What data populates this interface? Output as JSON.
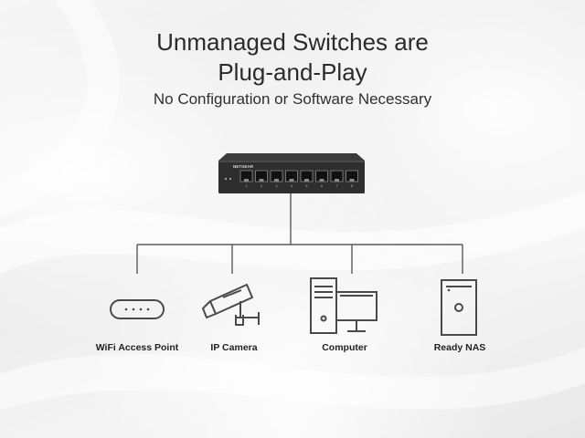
{
  "header": {
    "title_line1": "Unmanaged Switches are",
    "title_line2": "Plug-and-Play",
    "subtitle": "No Configuration or Software Necessary"
  },
  "switch": {
    "brand": "NETGEAR",
    "port_numbers": [
      "1",
      "2",
      "3",
      "4",
      "5",
      "6",
      "7",
      "8"
    ]
  },
  "devices": [
    {
      "label": "WiFi Access Point",
      "icon": "wifi-access-point-icon"
    },
    {
      "label": "IP Camera",
      "icon": "ip-camera-icon"
    },
    {
      "label": "Computer",
      "icon": "computer-icon"
    },
    {
      "label": "Ready NAS",
      "icon": "nas-icon"
    }
  ],
  "colors": {
    "line": "#5a5a5a",
    "icon_stroke": "#4a4a4a",
    "switch_body": "#2e2e2e"
  }
}
